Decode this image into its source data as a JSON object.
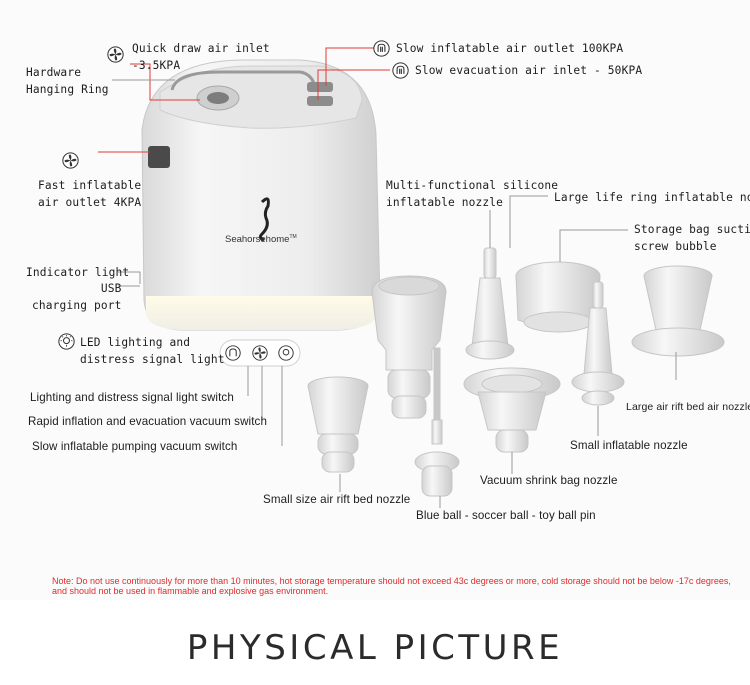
{
  "labels": {
    "quick_draw": "Quick draw air inlet",
    "quick_draw_val": "-3.5KPA",
    "hardware_ring": "Hardware\nHanging Ring",
    "slow_inflatable_outlet": "Slow inflatable air outlet 100KPA",
    "slow_evacuation": "Slow evacuation air inlet - 50KPA",
    "fast_inflatable": "Fast inflatable\nair outlet 4KPA",
    "multi_nozzle": "Multi-functional silicone\ninflatable nozzle",
    "large_life_ring": "Large life ring inflatable nozzle",
    "storage_bag": "Storage bag suction\nscrew bubble",
    "indicator_light": "Indicator light",
    "usb": "USB\ncharging port",
    "led_lighting": "LED lighting and\ndistress signal light",
    "lighting_switch": "Lighting and distress signal light switch",
    "rapid_switch": "Rapid inflation and evacuation vacuum switch",
    "slow_switch": "Slow inflatable pumping vacuum switch",
    "large_rift": "Large air rift bed air nozzle",
    "small_inflatable": "Small inflatable nozzle",
    "vacuum_shrink": "Vacuum shrink bag nozzle",
    "small_rift": "Small size air rift bed nozzle",
    "blue_ball": "Blue ball - soccer ball - toy ball pin"
  },
  "brand": "Seahorsehome",
  "brand_tm": "TM",
  "note": "Note: Do not use continuously for more than 10 minutes, hot storage temperature should not exceed 43c degrees or more, cold storage should not be below -17c degrees, and should not be used in flammable and explosive gas environment.",
  "title": "PHYSICAL PICTURE",
  "colors": {
    "leader": "#e03a3a",
    "note": "#e02a2a",
    "product": "#f1f1f1"
  },
  "icons": [
    "fan-icon",
    "slow-pump-icon",
    "led-bulb-icon"
  ]
}
